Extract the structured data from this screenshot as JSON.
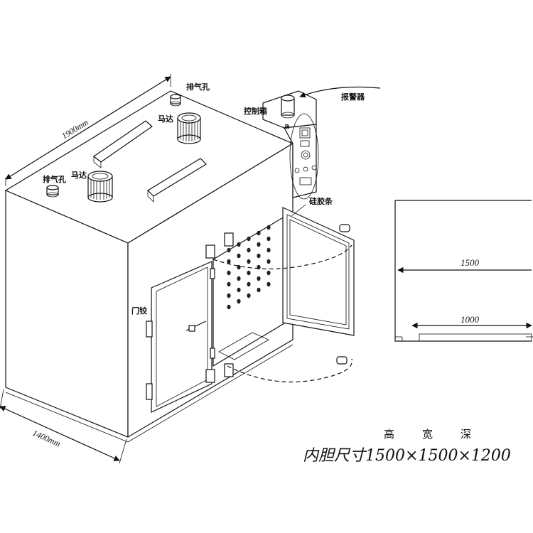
{
  "labels": {
    "exhaust_top": "排气孔",
    "exhaust_left": "排气孔",
    "motor_right": "马达",
    "motor_left": "马达",
    "control_box": "控制箱",
    "alarm": "报警器",
    "alarm_mark": "a",
    "silicone_strip": "硅胶条",
    "door_hinge": "门铰"
  },
  "dimensions": {
    "length": "1900mm",
    "width": "1400mm",
    "inner_height": "1500",
    "inner_shelf": "1000"
  },
  "caption": {
    "headings": [
      "高",
      "宽",
      "深"
    ],
    "prefix": "内胆尺寸",
    "value_1": "1500",
    "value_2": "1500",
    "value_3": "1200",
    "separator": "×"
  }
}
